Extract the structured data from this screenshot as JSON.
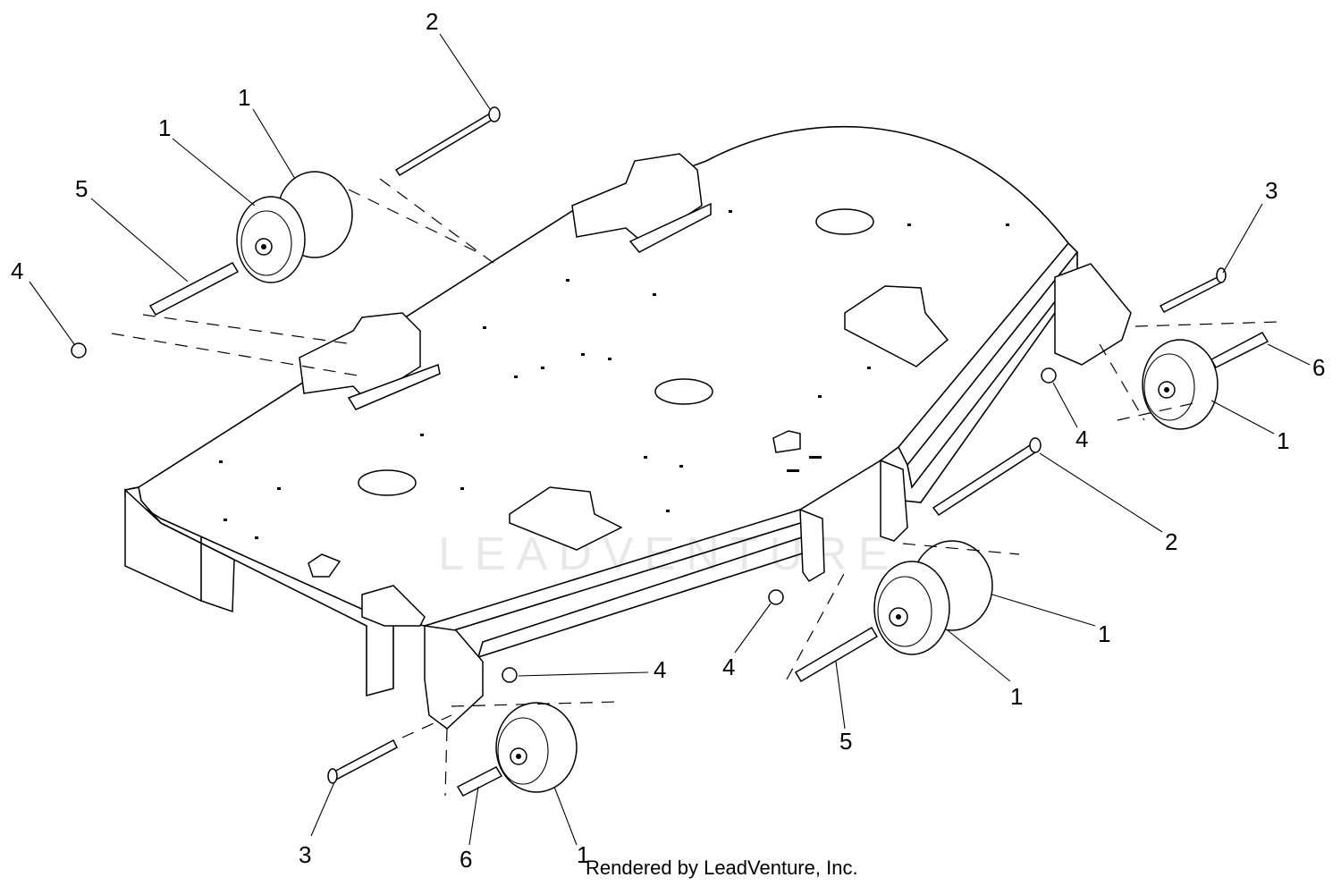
{
  "footer": {
    "credit": "Rendered by LeadVenture, Inc."
  },
  "watermark": {
    "text": "LEADVENTURE"
  },
  "callouts": [
    {
      "id": "c2-top",
      "label": "2"
    },
    {
      "id": "c1-top-a",
      "label": "1"
    },
    {
      "id": "c1-top-b",
      "label": "1"
    },
    {
      "id": "c5-left",
      "label": "5"
    },
    {
      "id": "c4-left",
      "label": "4"
    },
    {
      "id": "c3-right",
      "label": "3"
    },
    {
      "id": "c6-right",
      "label": "6"
    },
    {
      "id": "c4-right",
      "label": "4"
    },
    {
      "id": "c1-right",
      "label": "1"
    },
    {
      "id": "c2-right",
      "label": "2"
    },
    {
      "id": "c1-mid-a",
      "label": "1"
    },
    {
      "id": "c4-mid",
      "label": "4"
    },
    {
      "id": "c4-center",
      "label": "4"
    },
    {
      "id": "c1-mid-b",
      "label": "1"
    },
    {
      "id": "c5-bottom",
      "label": "5"
    },
    {
      "id": "c3-bottom",
      "label": "3"
    },
    {
      "id": "c6-bottom",
      "label": "6"
    },
    {
      "id": "c1-bottom",
      "label": "1"
    }
  ]
}
